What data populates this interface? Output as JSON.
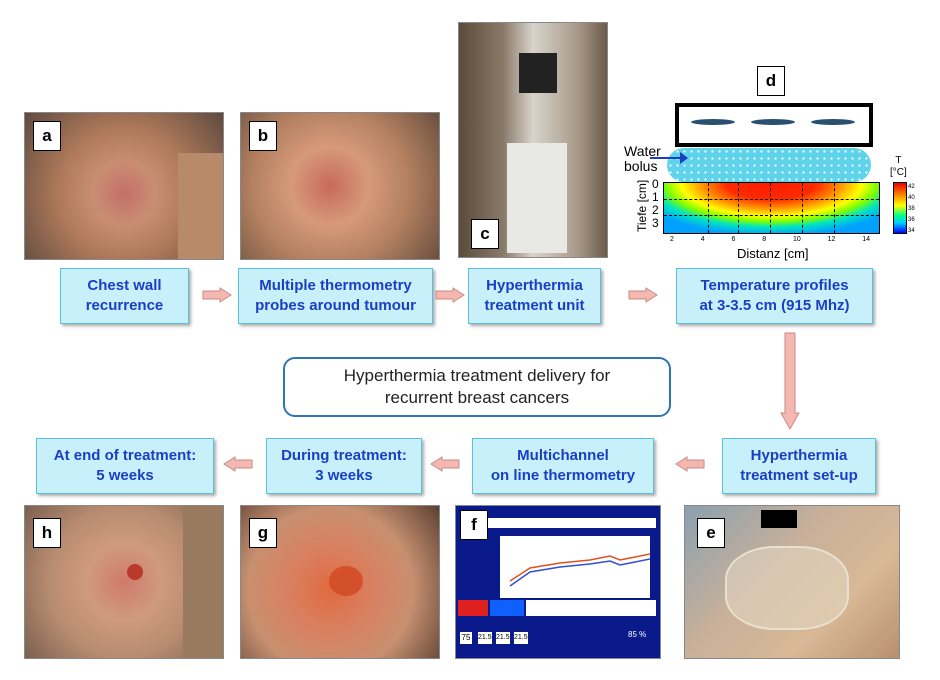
{
  "panels": {
    "a": "a",
    "b": "b",
    "c": "c",
    "d": "d",
    "e": "e",
    "f": "f",
    "g": "g",
    "h": "h"
  },
  "top_row": [
    {
      "line1": "Chest wall",
      "line2": "recurrence"
    },
    {
      "line1": "Multiple thermometry",
      "line2": "probes around tumour"
    },
    {
      "line1": "Hyperthermia",
      "line2": "treatment unit"
    },
    {
      "line1": "Temperature profiles",
      "line2": "at 3-3.5 cm (915 Mhz)"
    }
  ],
  "bottom_row": [
    {
      "line1": "At end of treatment:",
      "line2": "5 weeks"
    },
    {
      "line1": "During treatment:",
      "line2": "3 weeks"
    },
    {
      "line1": "Multichannel",
      "line2": "on line thermometry"
    },
    {
      "line1": "Hyperthermia",
      "line2": "treatment set-up"
    }
  ],
  "center": {
    "line1": "Hyperthermia treatment delivery for",
    "line2": "recurrent breast cancers"
  },
  "temperature_plot": {
    "bolus_label1": "Water",
    "bolus_label2": "bolus",
    "ylabel": "Tiefe [cm]",
    "xlabel": "Distanz [cm]",
    "yticks": [
      "0",
      "1",
      "2",
      "3"
    ],
    "xticks": [
      "2",
      "4",
      "6",
      "8",
      "10",
      "12",
      "14"
    ],
    "colorbar_title1": "T",
    "colorbar_title2": "[°C]",
    "colorbar_ticks": [
      "42",
      "40",
      "38",
      "36",
      "34"
    ]
  },
  "thermometry_screen": {
    "power": "75",
    "channels": [
      "21.5",
      "21.5",
      "21.5"
    ],
    "percent": "85 %"
  },
  "colors": {
    "box_fill": "#c8f0fb",
    "box_text": "#1a3fc4",
    "arrow": "#f4b8b0"
  }
}
